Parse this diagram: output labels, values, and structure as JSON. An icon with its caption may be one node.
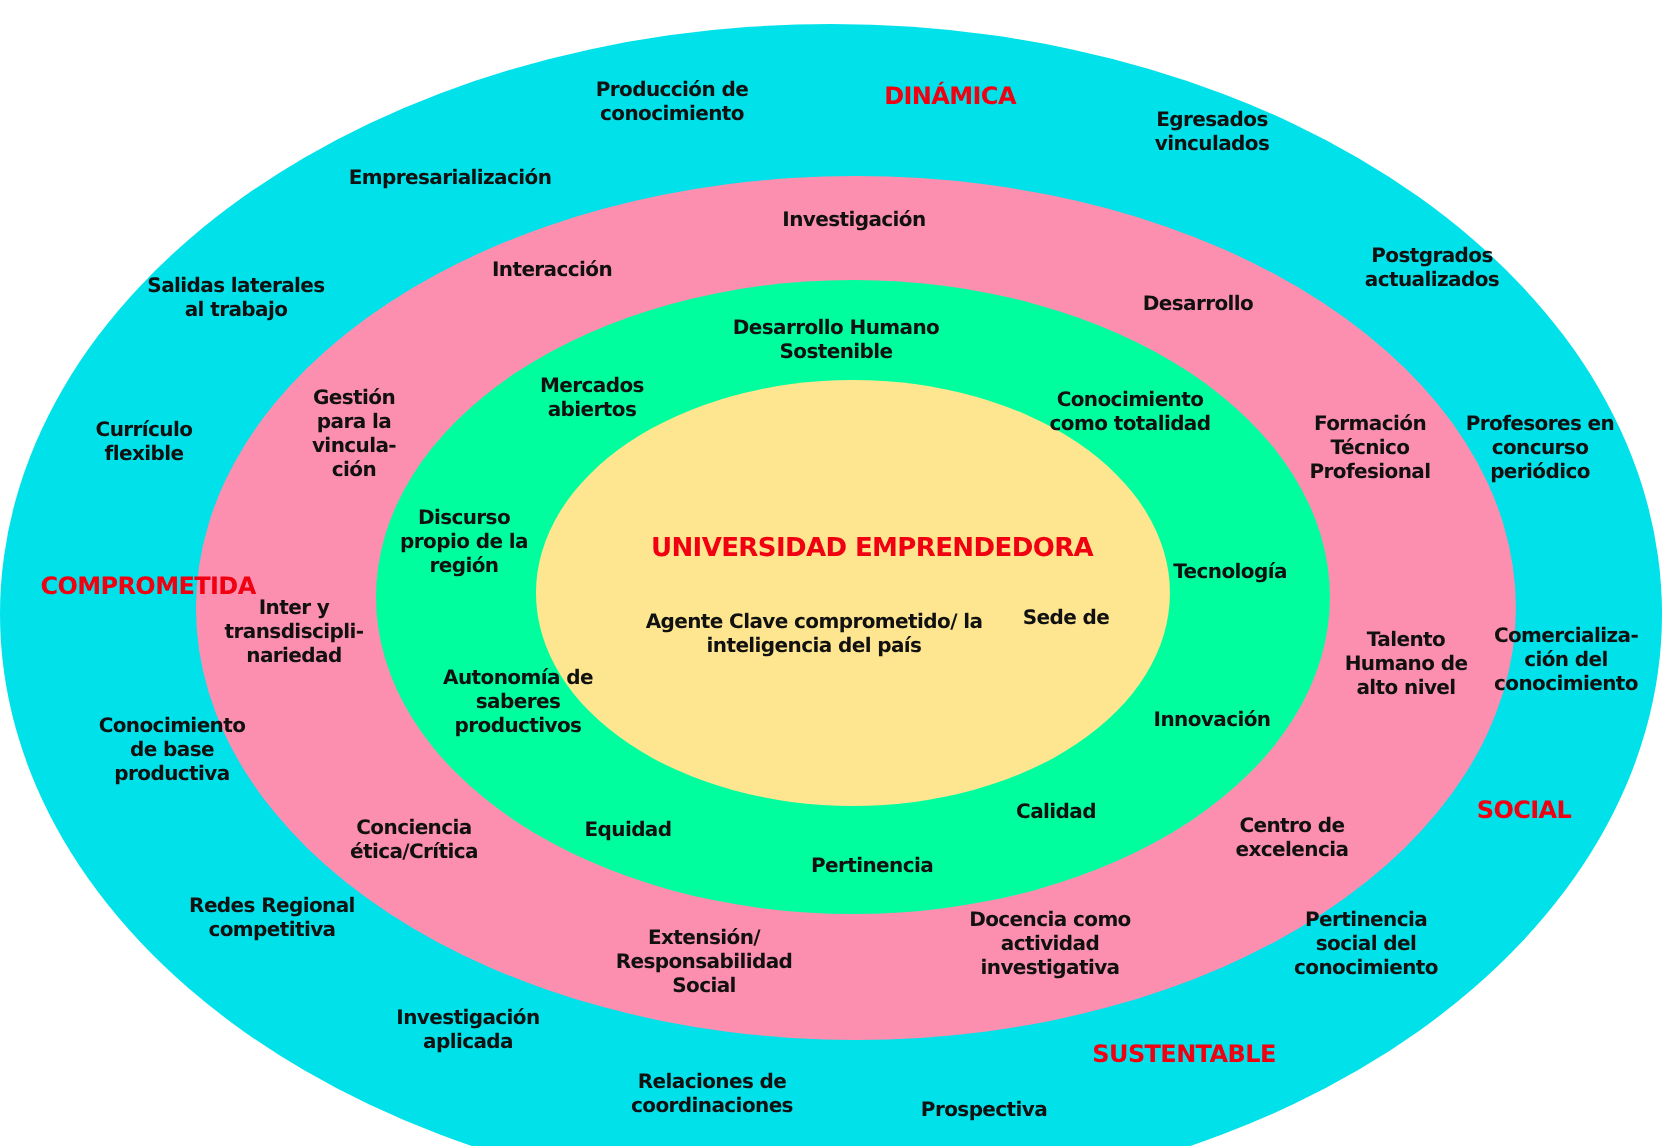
{
  "diagram": {
    "nodes": [
      {
        "text": [
          "Producción de conocimiento",
          "DINÁMICA",
          "Egresados vinculados",
          "Empresarialización",
          "Postgrados actualizados",
          "Salidas laterales al trabajo",
          "Currículo flexible",
          "Profesores en concurso periódico",
          "COMPROMETIDA",
          "Comercializa- ción del conocimiento",
          "Conocimiento de base productiva",
          "SOCIAL",
          "Redes Regional competitiva",
          "Pertinencia social del conocimiento",
          "Investigación aplicada",
          "SUSTENTABLE",
          "Relaciones de coordinaciones",
          "Prospectiva"
        ]
      },
      {
        "text": [
          "Investigación",
          "Interacción",
          "Desarrollo",
          "Gestión para la vincula- ción",
          "Formación Técnico Profesional",
          "Inter y transdiscipli- nariedad",
          "Talento Humano de alto nivel",
          "Conciencia ética/Crítica",
          "Centro de excelencia",
          "Extensión/ Responsabilidad Social",
          "Docencia como actividad investigativa"
        ],
        "in": 0
      },
      {
        "text": [
          "Desarrollo Humano Sostenible",
          "Mercados abiertos",
          "Conocimiento como totalidad",
          "Discurso propio de la región",
          "Tecnología",
          "Autonomía de saberes productivos",
          "Innovación",
          "Equidad",
          "Calidad",
          "Pertinencia"
        ],
        "in": 1
      },
      {
        "text": [
          "UNIVERSIDAD EMPRENDEDORA",
          "Agente Clave comprometido/ la inteligencia del país",
          "Sede de"
        ],
        "in": 2
      }
    ]
  }
}
